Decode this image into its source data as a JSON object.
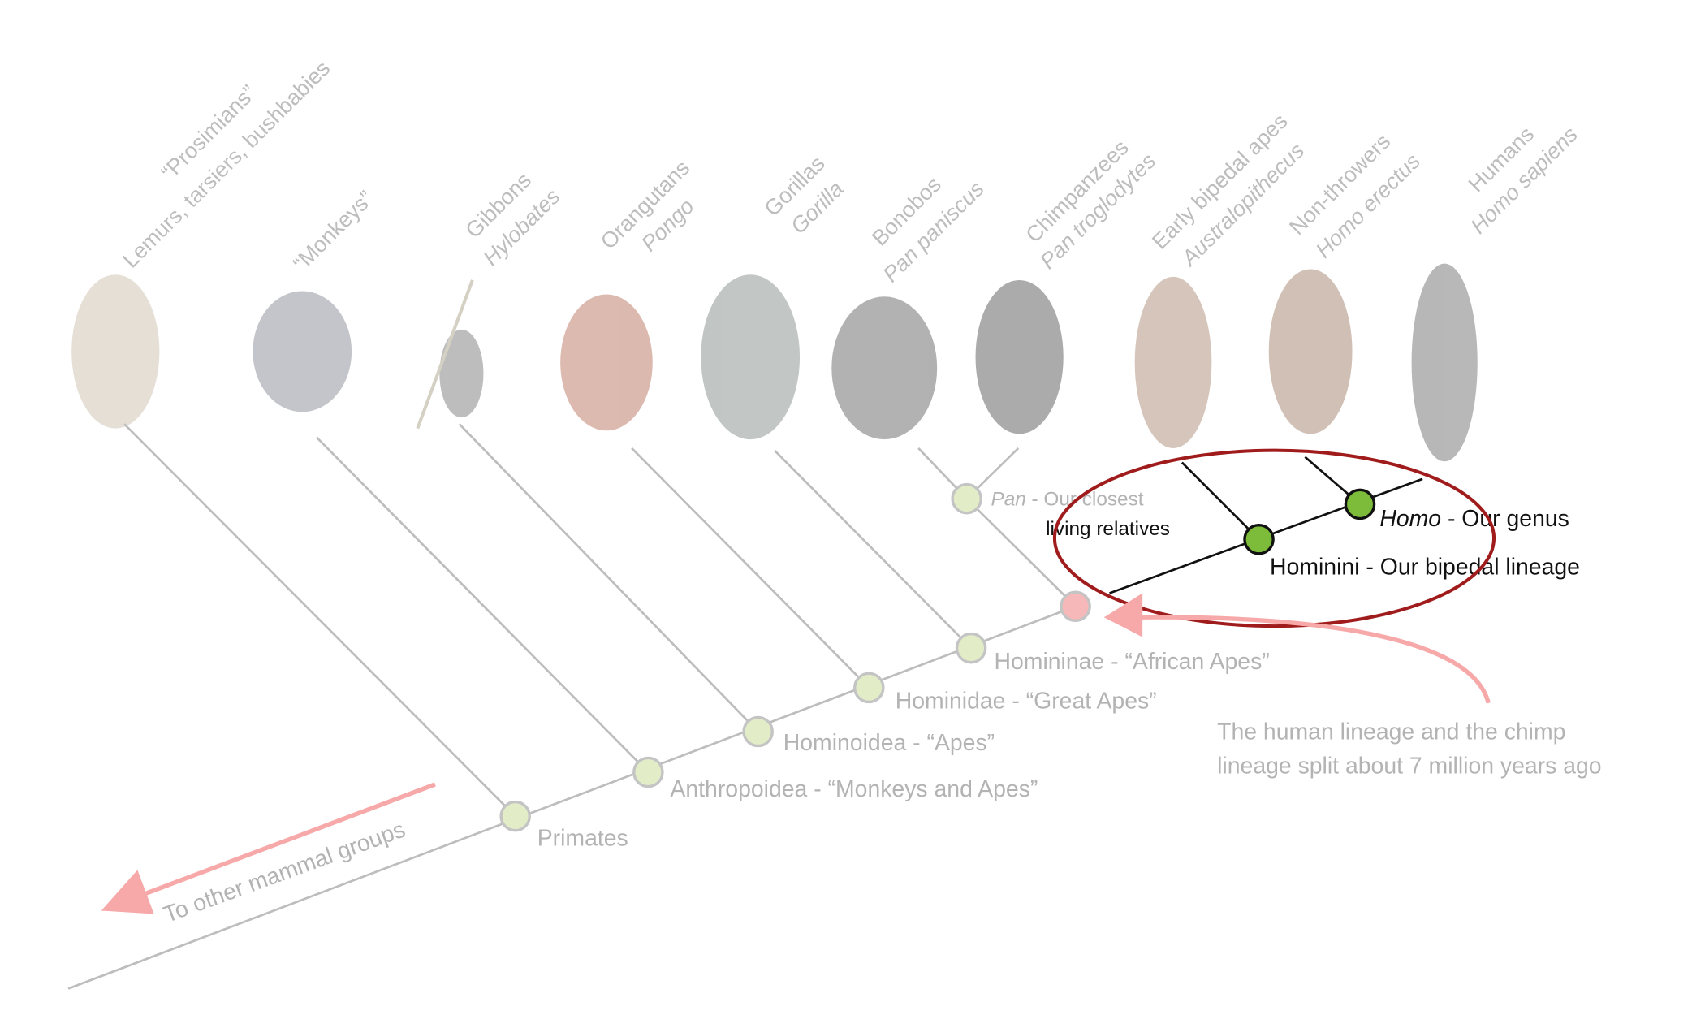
{
  "taxa": [
    {
      "common": "“Prosimians”",
      "scientific": "Lemurs, tarsiers, bushbabies"
    },
    {
      "common": "“Monkeys”",
      "scientific": ""
    },
    {
      "common": "Gibbons",
      "scientific": "Hylobates"
    },
    {
      "common": "Orangutans",
      "scientific": "Pongo"
    },
    {
      "common": "Gorillas",
      "scientific": "Gorilla"
    },
    {
      "common": "Bonobos",
      "scientific": "Pan paniscus"
    },
    {
      "common": "Chimpanzees",
      "scientific": "Pan troglodytes"
    },
    {
      "common": "Early bipedal apes",
      "scientific": "Australopithecus"
    },
    {
      "common": "Non-throwers",
      "scientific": "Homo erectus"
    },
    {
      "common": "Humans",
      "scientific": "Homo sapiens"
    }
  ],
  "nodes": {
    "primates": "Primates",
    "anthropoidea": "Anthropoidea - “Monkeys and Apes”",
    "hominoidea": "Hominoidea - “Apes”",
    "hominidae": "Hominidae - “Great Apes”",
    "homininae": "Homininae - “African Apes”",
    "pan_italic": "Pan",
    "pan_rest": " - Our closest",
    "pan_line2": "living relatives",
    "homo_italic": "Homo",
    "homo_rest": " - Our genus",
    "hominini": "Hominini - Our bipedal lineage"
  },
  "annotations": {
    "other_groups": "To other mammal groups",
    "split_line1": "The human lineage and the chimp",
    "split_line2": "lineage split about 7 million years ago"
  },
  "colors": {
    "faded_node": "#e2edc8",
    "active_node": "#7dbb3a",
    "split_node": "#f6b8b8",
    "ellipse": "#a01c1c",
    "arrow": "#f7a9a9",
    "faded_text": "#b3b3b3"
  }
}
